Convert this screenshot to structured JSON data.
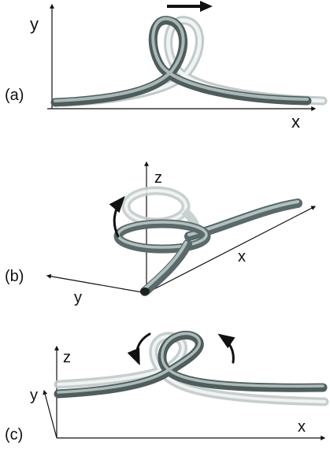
{
  "panels": [
    {
      "id": "a",
      "label": "(a)",
      "axes": [
        "y",
        "x"
      ]
    },
    {
      "id": "b",
      "label": "(b)",
      "axes": [
        "z",
        "x",
        "y"
      ]
    },
    {
      "id": "c",
      "label": "(c)",
      "axes": [
        "z",
        "y",
        "x"
      ]
    }
  ],
  "colors": {
    "rod_dark": "#5f6f6f",
    "rod_mid": "#8a9a9a",
    "rod_light": "#d6dcdc",
    "rod_highlight": "#ffffff",
    "ghost": "#c8cdcd",
    "ink": "#111111"
  },
  "icons": [
    "translate-arrow-icon",
    "rotate-arrow-icon"
  ]
}
